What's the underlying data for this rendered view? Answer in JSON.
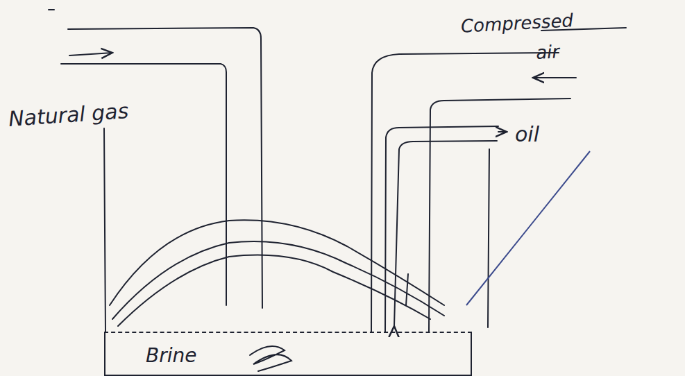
{
  "diagram": {
    "nodes": [
      {
        "text": [
          "Brine"
        ]
      }
    ],
    "labels": [
      "Natural gas",
      "Compressed air",
      "oil"
    ]
  }
}
